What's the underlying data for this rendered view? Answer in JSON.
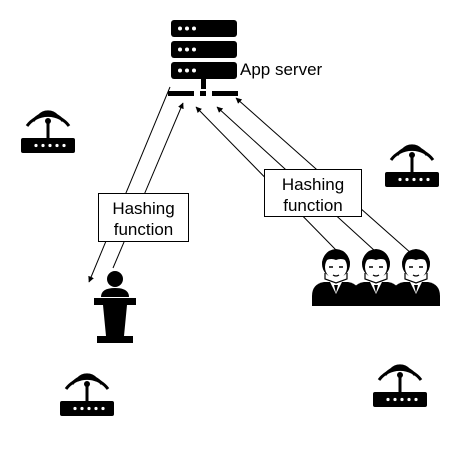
{
  "labels": {
    "app_server": "App server"
  },
  "hashing_boxes": [
    {
      "line1": "Hashing",
      "line2": "function"
    },
    {
      "line1": "Hashing",
      "line2": "function"
    }
  ],
  "icons": {
    "server": "server-icon",
    "router": "wifi-router-icon",
    "speaker": "speaker-podium-icon",
    "audience": "audience-people-icon"
  },
  "colors": {
    "foreground": "#000000",
    "background": "#ffffff"
  }
}
